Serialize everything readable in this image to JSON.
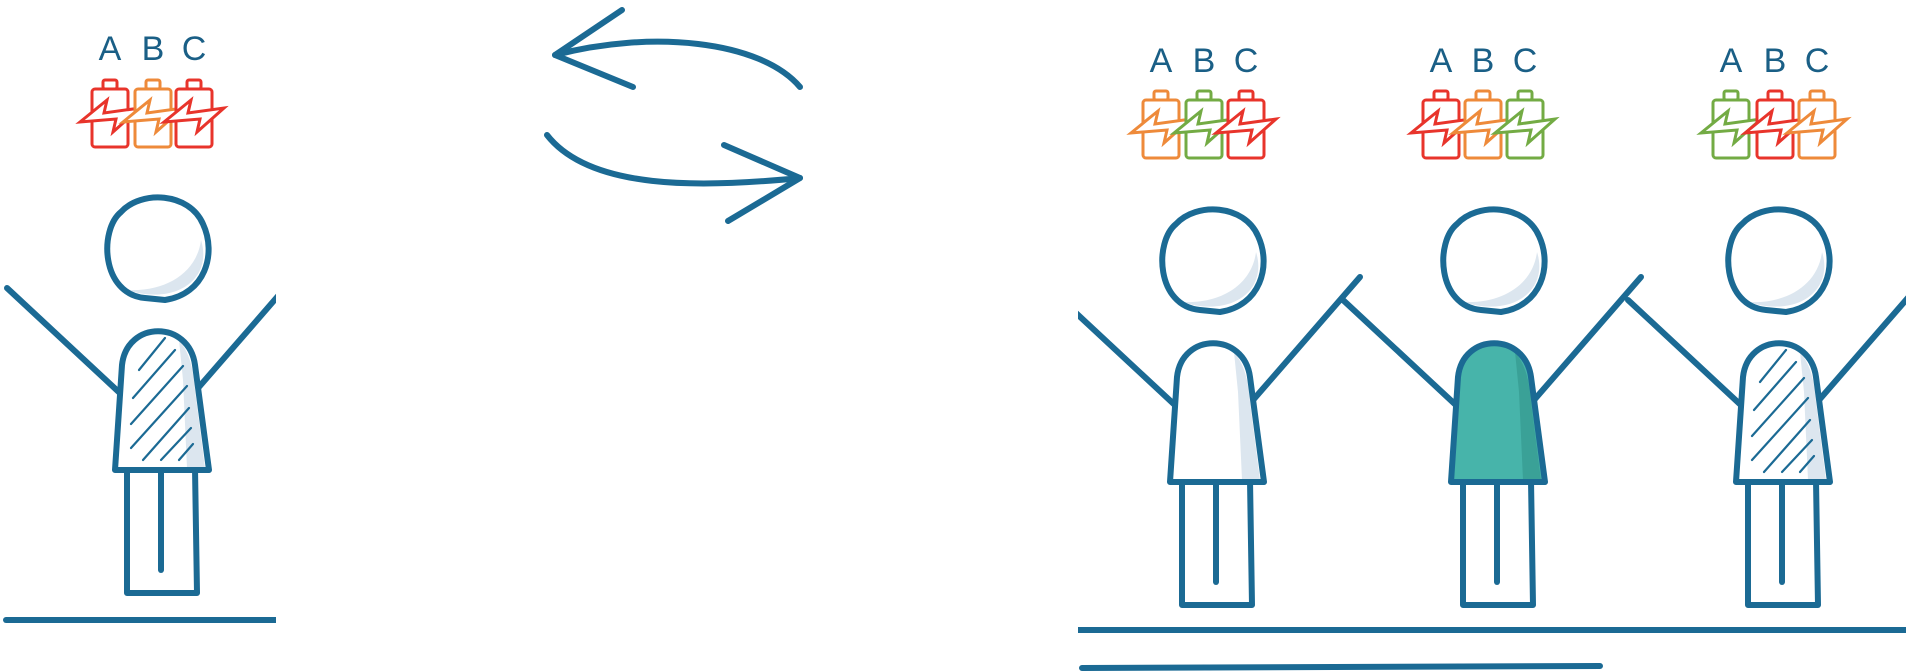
{
  "colors": {
    "ink": "#1b6a94",
    "label": "#1a5f86",
    "battery_red": "#e8342b",
    "battery_orange": "#ee8a3a",
    "battery_green": "#73ab44",
    "body_white": "#ffffff",
    "body_shade": "#dce6ef",
    "body_teal": "#47b4aa",
    "body_teal_shade": "#3aa197"
  },
  "icons": {
    "battery": "battery-icon",
    "bolt": "lightning-bolt-icon",
    "arrow_back": "arrow-left-curved-icon",
    "arrow_forward": "arrow-right-curved-icon"
  },
  "individual": {
    "labels": [
      "A",
      "B",
      "C"
    ],
    "batteries": [
      "battery_red",
      "battery_orange",
      "battery_red"
    ],
    "body": "hatched"
  },
  "group": [
    {
      "labels": [
        "A",
        "B",
        "C"
      ],
      "batteries": [
        "battery_orange",
        "battery_green",
        "battery_red"
      ],
      "body": "plain"
    },
    {
      "labels": [
        "A",
        "B",
        "C"
      ],
      "batteries": [
        "battery_red",
        "battery_orange",
        "battery_green"
      ],
      "body": "teal"
    },
    {
      "labels": [
        "A",
        "B",
        "C"
      ],
      "batteries": [
        "battery_green",
        "battery_red",
        "battery_orange"
      ],
      "body": "hatched"
    }
  ]
}
